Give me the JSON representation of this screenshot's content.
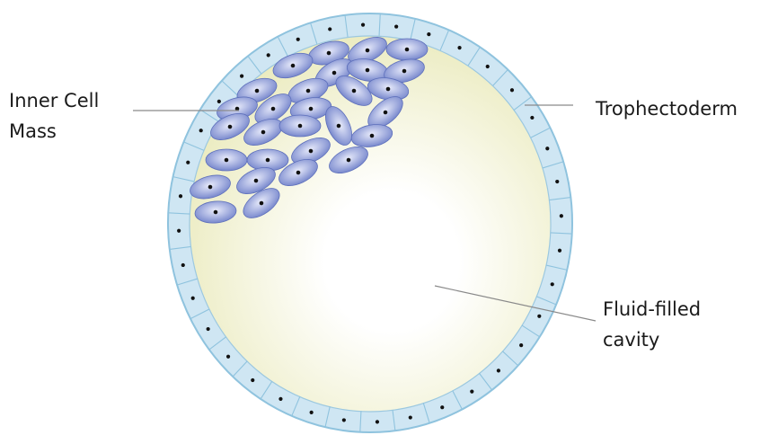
{
  "labels": {
    "inner_cell_mass": [
      "Inner Cell",
      "Mass"
    ],
    "trophectoderm": "Trophectoderm",
    "fluid_filled_cavity": [
      "Fluid-filled",
      "cavity"
    ]
  },
  "colors": {
    "trophectoderm_fill": "#cfe6f3",
    "trophectoderm_edge": "#8fc3de",
    "cavity_light": "#ffffff",
    "cavity_dark": "#ebebbf",
    "icm_cell_light": "#e8ebfb",
    "icm_cell_dark": "#6f80c9",
    "icm_cell_edge": "#5d6fbb",
    "nucleus": "#111111",
    "leader_line": "#8a8a8a"
  },
  "components": {
    "trophectoderm_cells": 36,
    "inner_cell_mass_cells": 29
  }
}
